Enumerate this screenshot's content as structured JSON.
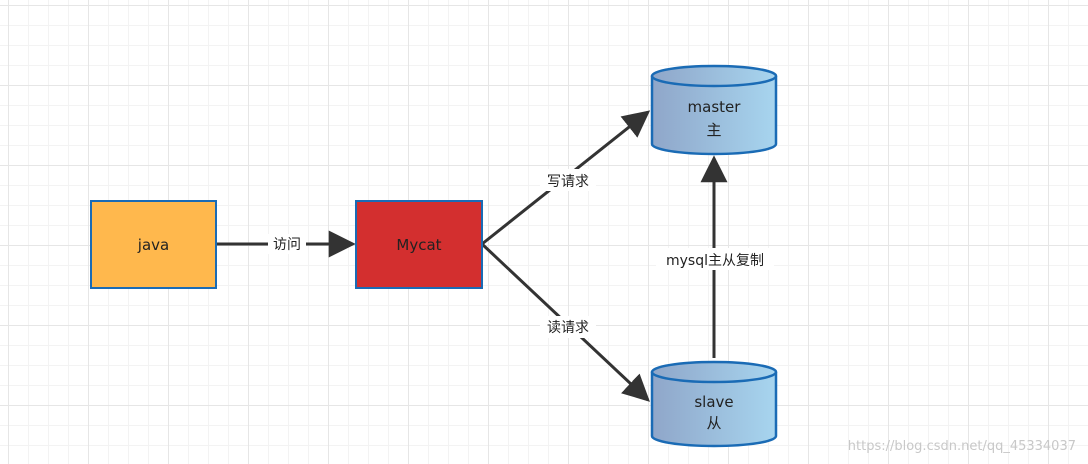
{
  "nodes": {
    "java": {
      "label": "java",
      "fill": "#ffb84d"
    },
    "mycat": {
      "label": "Mycat",
      "fill": "#d32f2f"
    },
    "master": {
      "label": "master",
      "sublabel": "主"
    },
    "slave": {
      "label": "slave",
      "sublabel": "从"
    }
  },
  "edges": {
    "java_to_mycat": "访问",
    "mycat_to_master": "写请求",
    "mycat_to_slave": "读请求",
    "slave_to_master": "mysql主从复制"
  },
  "colors": {
    "stroke_blue": "#1a6bb5",
    "db_gradient_left": "#8fa6c9",
    "db_gradient_right": "#a7d5ef",
    "arrow": "#333333"
  },
  "watermark": "https://blog.csdn.net/qq_45334037"
}
